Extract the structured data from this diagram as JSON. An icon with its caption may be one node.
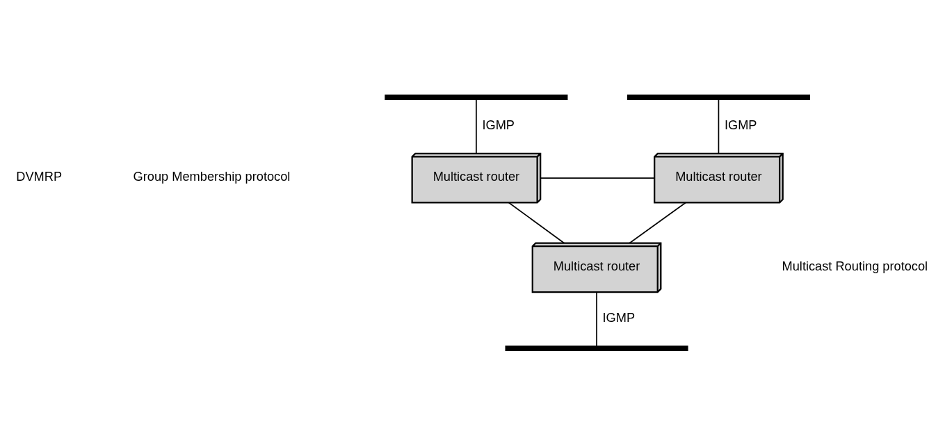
{
  "diagram": {
    "nodes": [
      {
        "text": [],
        "shape": "bar"
      },
      {
        "text": [],
        "shape": "bar"
      },
      {
        "text": [
          "Multicast router"
        ]
      },
      {
        "text": [
          "Multicast router"
        ]
      },
      {
        "text": [
          "Multicast router"
        ]
      },
      {
        "text": [],
        "shape": "bar"
      }
    ],
    "edges": [
      {
        "from": 0,
        "to": 2,
        "arrow": "none",
        "label": "IGMP"
      },
      {
        "from": 1,
        "to": 3,
        "arrow": "none",
        "label": "IGMP"
      },
      {
        "from": 2,
        "to": 3,
        "arrow": "none"
      },
      {
        "from": 2,
        "to": 4,
        "arrow": "none"
      },
      {
        "from": 3,
        "to": 4,
        "arrow": "none"
      },
      {
        "from": 4,
        "to": 5,
        "arrow": "none",
        "label": "IGMP"
      }
    ],
    "labels": [
      "Group Membership protocol",
      "DVMRP",
      "Multicast Routing protocol"
    ]
  }
}
